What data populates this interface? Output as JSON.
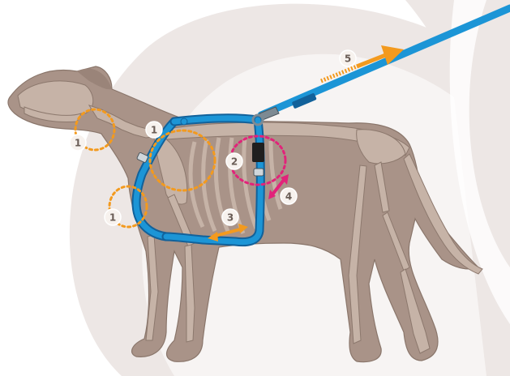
{
  "colors": {
    "background": "#ffffff",
    "backdrop_arc": "#ede7e5",
    "dog_body": "#a99388",
    "dog_outline": "#8a766b",
    "skeleton": "#c6b3a7",
    "skeleton_line": "#8c786d",
    "harness_blue": "#1c95d6",
    "harness_dark": "#12619a",
    "buckle": "#1f1f1f",
    "orange": "#f39a1e",
    "pink": "#e2237a",
    "badge_fill": "#f7f2ee",
    "badge_text": "#6a5d56"
  },
  "markers": [
    {
      "id": "neck",
      "label": "1",
      "color": "orange"
    },
    {
      "id": "shoulder",
      "label": "1",
      "color": "orange"
    },
    {
      "id": "chest",
      "label": "1",
      "color": "orange"
    },
    {
      "id": "ribcage",
      "label": "2",
      "color": "pink"
    },
    {
      "id": "belly",
      "label": "3",
      "color": "orange"
    },
    {
      "id": "back",
      "label": "4",
      "color": "pink"
    },
    {
      "id": "leash-pull",
      "label": "5",
      "color": "orange"
    }
  ]
}
